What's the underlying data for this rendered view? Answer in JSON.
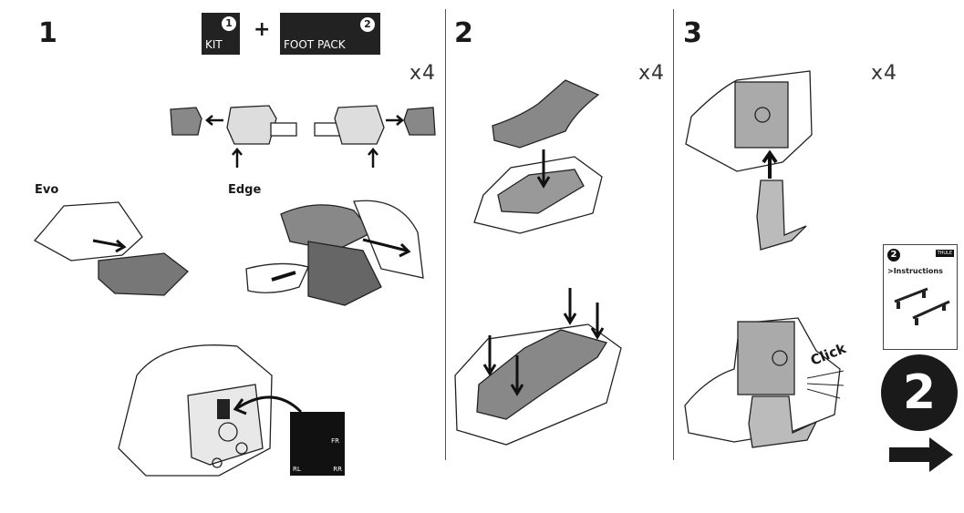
{
  "steps": [
    {
      "number": "1",
      "quantity": "x4"
    },
    {
      "number": "2",
      "quantity": "x4"
    },
    {
      "number": "3",
      "quantity": "x4"
    }
  ],
  "parts": {
    "kit_number": "1",
    "kit_label": "KIT",
    "plus": "+",
    "foot_pack_number": "2",
    "foot_pack_label": "FOOT PACK"
  },
  "variants": {
    "evo": "Evo",
    "edge": "Edge"
  },
  "position_labels": {
    "fr": "FR",
    "rl": "RL",
    "rr": "RR"
  },
  "click_label": "Click",
  "next_booklet": {
    "number": "2",
    "title": ">Instructions",
    "brand": "THULE"
  },
  "next_step": "2"
}
